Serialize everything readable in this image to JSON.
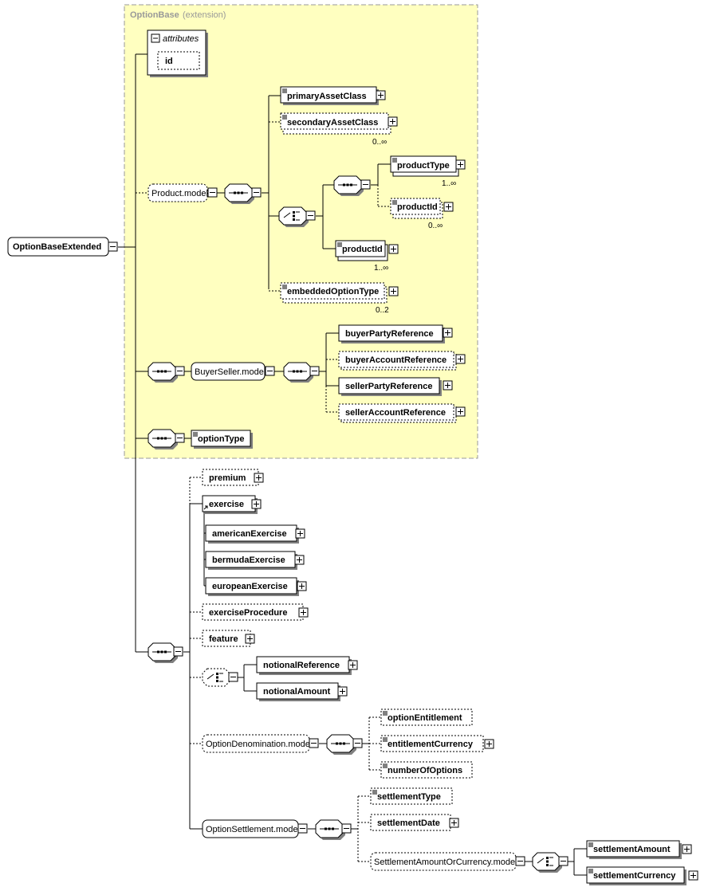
{
  "root": {
    "label": "OptionBaseExtended"
  },
  "extension": {
    "name": "OptionBase",
    "note": "(extension)"
  },
  "attributes": {
    "title": "attributes",
    "items": [
      "id"
    ]
  },
  "product_model": {
    "label": "Product.model",
    "primaryAssetClass": "primaryAssetClass",
    "secondaryAssetClass": "secondaryAssetClass",
    "secondaryAssetClass_occ": "0..∞",
    "productType": "productType",
    "productType_occ": "1..∞",
    "productId_opt": "productId",
    "productId_opt_occ": "0..∞",
    "productId": "productId",
    "productId_occ": "1..∞",
    "embeddedOptionType": "embeddedOptionType",
    "embeddedOptionType_occ": "0..2"
  },
  "buyer_seller_model": {
    "label": "BuyerSeller.model",
    "items": [
      "buyerPartyReference",
      "buyerAccountReference",
      "sellerPartyReference",
      "sellerAccountReference"
    ]
  },
  "optionType": "optionType",
  "sequence": {
    "premium": "premium",
    "exercise": "exercise",
    "exercise_subs": [
      "americanExercise",
      "bermudaExercise",
      "europeanExercise"
    ],
    "exerciseProcedure": "exerciseProcedure",
    "feature": "feature",
    "notional_choice": [
      "notionalReference",
      "notionalAmount"
    ]
  },
  "option_denomination_model": {
    "label": "OptionDenomination.model",
    "items": [
      "optionEntitlement",
      "entitlementCurrency",
      "numberOfOptions"
    ]
  },
  "option_settlement_model": {
    "label": "OptionSettlement.model",
    "settlementType": "settlementType",
    "settlementDate": "settlementDate",
    "amount_or_currency_label": "SettlementAmountOrCurrency.model",
    "amount_or_currency_items": [
      "settlementAmount",
      "settlementCurrency"
    ]
  },
  "colors": {
    "extension_fill": "#FFFFC0",
    "extension_border": "#999999",
    "shadow": "#808080"
  }
}
